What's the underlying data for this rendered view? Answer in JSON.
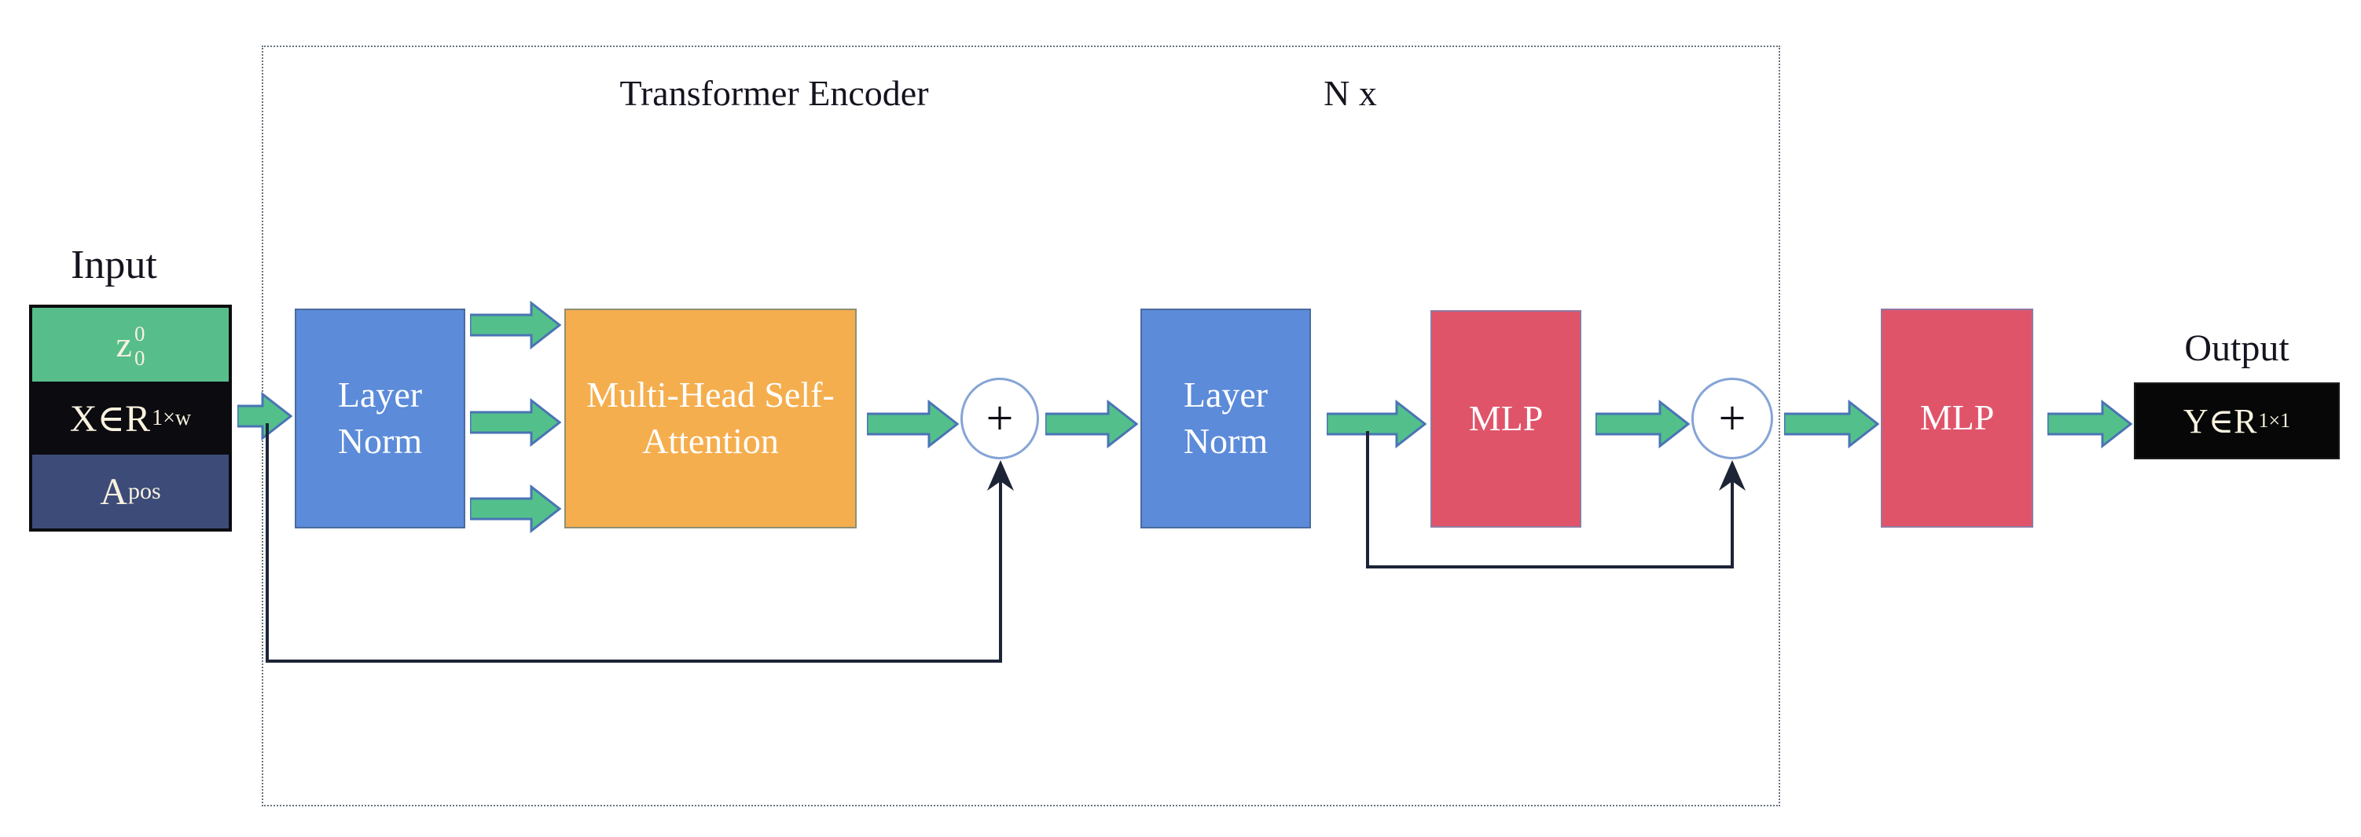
{
  "labels": {
    "input": "Input",
    "output": "Output",
    "encoder_title": "Transformer Encoder",
    "repeat": "N x"
  },
  "input_stack": {
    "embedding_base": "z",
    "embedding_sub": "0",
    "embedding_sup": "0",
    "data_base": "X∈R",
    "data_sup": "1×w",
    "position_base": "A",
    "position_sub": "pos"
  },
  "blocks": {
    "layer_norm_1": "Layer Norm",
    "mhsa": "Multi-Head Self-Attention",
    "layer_norm_2": "Layer Norm",
    "mlp_encoder": "MLP",
    "mlp_head": "MLP"
  },
  "operators": {
    "add_1": "+",
    "add_2": "+"
  },
  "output_box": {
    "base": "Y∈R",
    "sup": "1×1"
  },
  "colors": {
    "arrow-green": "#53c08c",
    "arrow-stroke": "#4a74b4",
    "box-blue": "#5b8bd9",
    "box-blue-border": "#4a6b9f",
    "box-orange": "#f5ae4e",
    "box-orange-border": "#8f8f73",
    "box-red": "#e0546a",
    "box-red-border": "#9079a2",
    "input-green": "#57bd8b",
    "input-navy": "#3d4b78",
    "ink-black": "#0b0b10",
    "circle-border": "#86a4d6",
    "skip-line": "#1c2436",
    "dotted-border": "#68737f",
    "text-dark": "#14141f",
    "text-light": "#ffffff",
    "text-warm": "#f8f2df"
  }
}
